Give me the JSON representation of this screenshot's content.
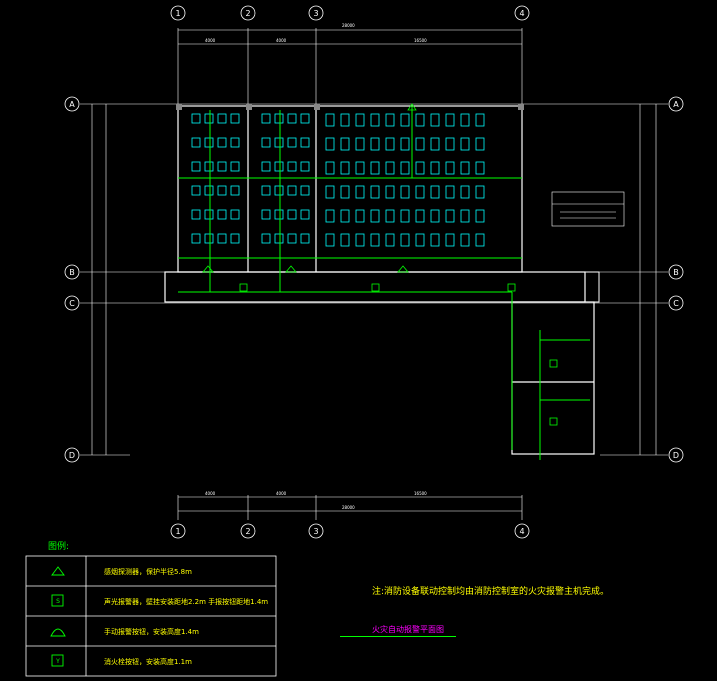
{
  "axes": {
    "columns": [
      "1",
      "2",
      "3",
      "4"
    ],
    "rows": [
      "A",
      "B",
      "C",
      "D"
    ]
  },
  "legend": {
    "heading": "图例:",
    "items": [
      {
        "icon": "smoke-detector-icon",
        "text": "感烟探测器，保护半径5.8m"
      },
      {
        "icon": "sound-light-alarm-icon",
        "text": "声光报警器，壁挂安装距地2.2m  手报按钮距地1.4m"
      },
      {
        "icon": "manual-alarm-button-icon",
        "text": "手动报警按钮，安装高度1.4m"
      },
      {
        "icon": "fire-hydrant-button-icon",
        "text": "消火栓按钮，安装高度1.1m"
      }
    ]
  },
  "note": "注:消防设备联动控制均由消防控制室的火灾报警主机完成。",
  "drawing_title": "火灾自动报警平面图",
  "colors": {
    "background": "#000000",
    "walls": "#ffffff",
    "wiring": "#00ff00",
    "furniture": "#00ffff",
    "text": "#ffff00",
    "accent": "#ff00ff"
  }
}
